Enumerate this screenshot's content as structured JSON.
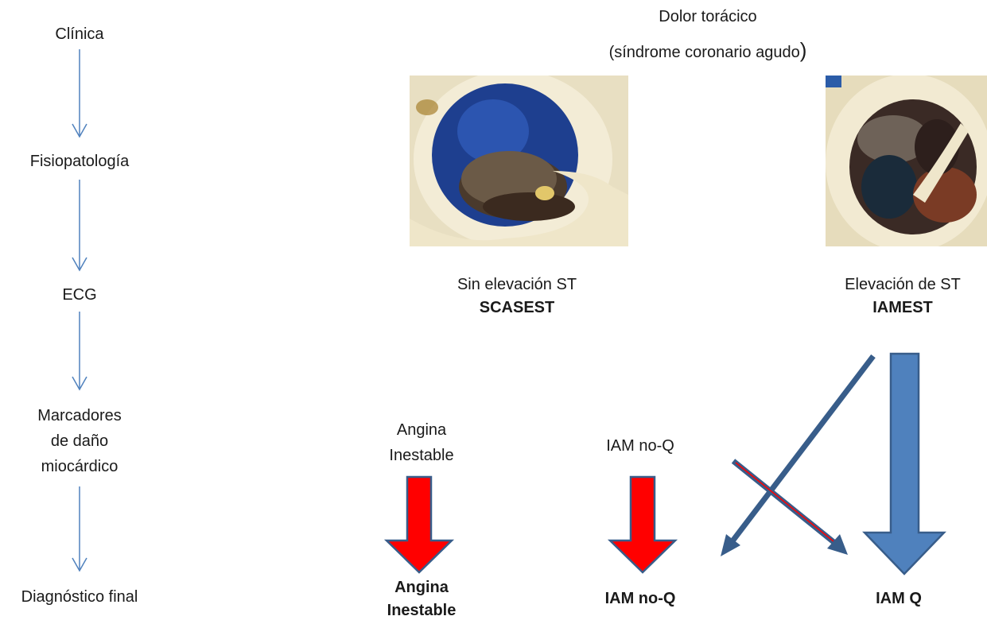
{
  "stages": {
    "clinica": "Clínica",
    "fisiopatologia": "Fisiopatología",
    "ecg": "ECG",
    "marcadores_l1": "Marcadores",
    "marcadores_l2": "de daño",
    "marcadores_l3": "miocárdico",
    "diagnostico": "Diagnóstico final"
  },
  "top": {
    "line1": "Dolor torácico",
    "line2": "(síndrome coronario agudo",
    "line2_paren": ")"
  },
  "left_branch": {
    "subtitle": "Sin elevación ST",
    "title": "SCASEST"
  },
  "right_branch": {
    "subtitle": "Elevación de ST",
    "title": "IAMEST"
  },
  "markers": {
    "angina_l1": "Angina",
    "angina_l2": "Inestable",
    "iam_noq": "IAM no-Q"
  },
  "final": {
    "angina_l1": "Angina",
    "angina_l2": "Inestable",
    "iam_noq": "IAM no-Q",
    "iam_q": "IAM Q"
  },
  "colors": {
    "blue_arrow": "#4f81bd",
    "blue_stroke": "#385d8a",
    "red_arrow": "#ff0000"
  }
}
